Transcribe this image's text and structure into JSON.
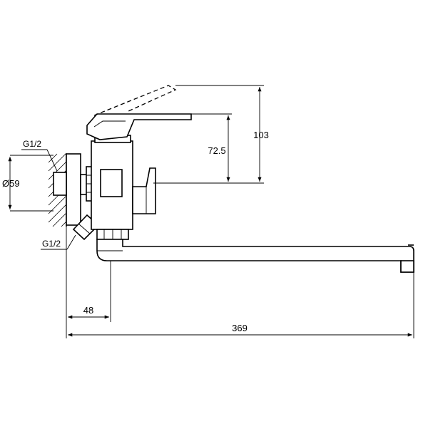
{
  "drawing": {
    "thread_top": "G1/2",
    "thread_bottom": "G1/2",
    "diameter": "Ø59",
    "height_72_5": "72.5",
    "height_103": "103",
    "offset_48": "48",
    "length_369": "369"
  }
}
